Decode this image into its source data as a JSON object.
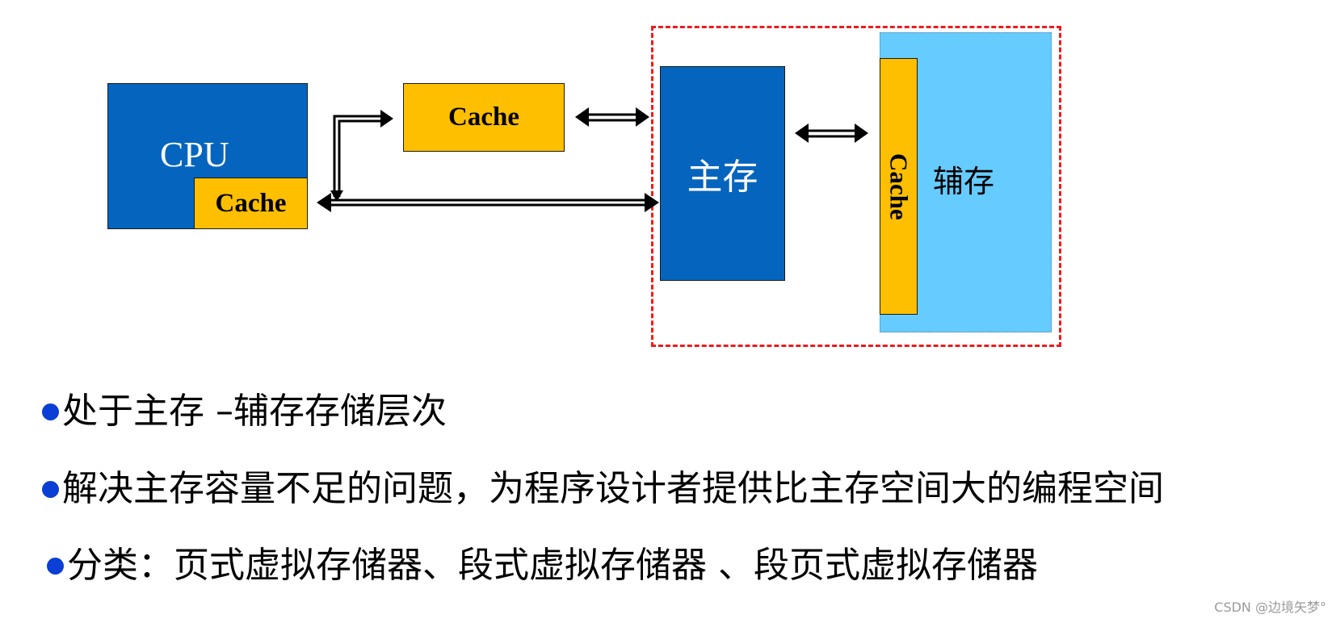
{
  "diagram": {
    "cpu_label": "CPU",
    "cpu_cache_label": "Cache",
    "top_cache_label": "Cache",
    "main_memory_label": "主存",
    "aux_memory_label": "辅存",
    "aux_cache_label": "Cache",
    "colors": {
      "blue_block": "#0565be",
      "cache_yellow": "#fdbf00",
      "aux_light_blue": "#66ccff",
      "dashed_red": "#ee1c1c",
      "bullet_blue": "#0a3ed4"
    }
  },
  "bullets": [
    {
      "text": "处于主存 –辅存存储层次"
    },
    {
      "text": "解决主存容量不足的问题，为程序设计者提供比主存空间大的编程空间"
    },
    {
      "text": "分类：页式虚拟存储器、段式虚拟存储器 、段页式虚拟存储器"
    }
  ],
  "watermark": "CSDN @边境矢梦°"
}
